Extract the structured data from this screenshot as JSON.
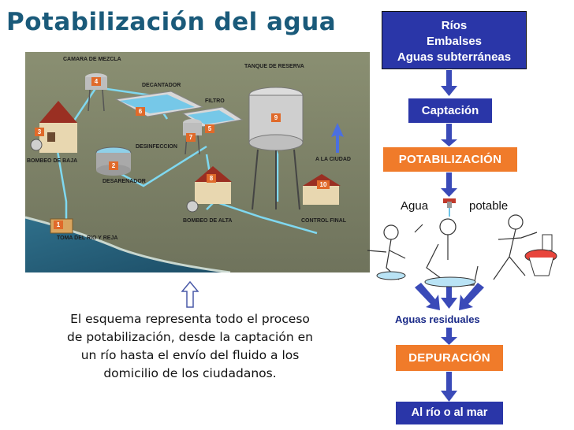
{
  "title": "Potabilización del agua",
  "plant_labels": {
    "camara": "CAMARA DE MEZCLA",
    "decantador": "DECANTADOR",
    "filtro": "FILTRO",
    "tanque": "TANQUE DE RESERVA",
    "desinfeccion": "DESINFECCION",
    "bombeo_baja": "BOMBEO DE BAJA",
    "desarenador": "DESARENADOR",
    "ciudad": "A LA CIUDAD",
    "bombeo_alta": "BOMBEO DE ALTA",
    "control": "CONTROL FINAL",
    "toma": "TOMA DEL RIO Y REJA"
  },
  "plant_numbers": [
    "1",
    "2",
    "3",
    "4",
    "5",
    "6",
    "7",
    "8",
    "9",
    "10"
  ],
  "description": "El esquema representa todo el proceso de potabilización, desde la captación en un río hasta el envío del fluido a los domicilio de los ciudadanos.",
  "flow": {
    "sources": [
      "Ríos",
      "Embalses",
      "Aguas subterráneas"
    ],
    "captacion": "Captación",
    "potabilizacion": "POTABILIZACIÓN",
    "agua_left": "Agua",
    "agua_right": "potable",
    "residuales": "Aguas residuales",
    "depuracion": "DEPURACIÓN",
    "destino": "Al río o al mar"
  },
  "colors": {
    "title": "#1a5a7a",
    "blue_box": "#2a36a8",
    "orange_box": "#f07b2a",
    "arrow": "#3a4ab8"
  }
}
